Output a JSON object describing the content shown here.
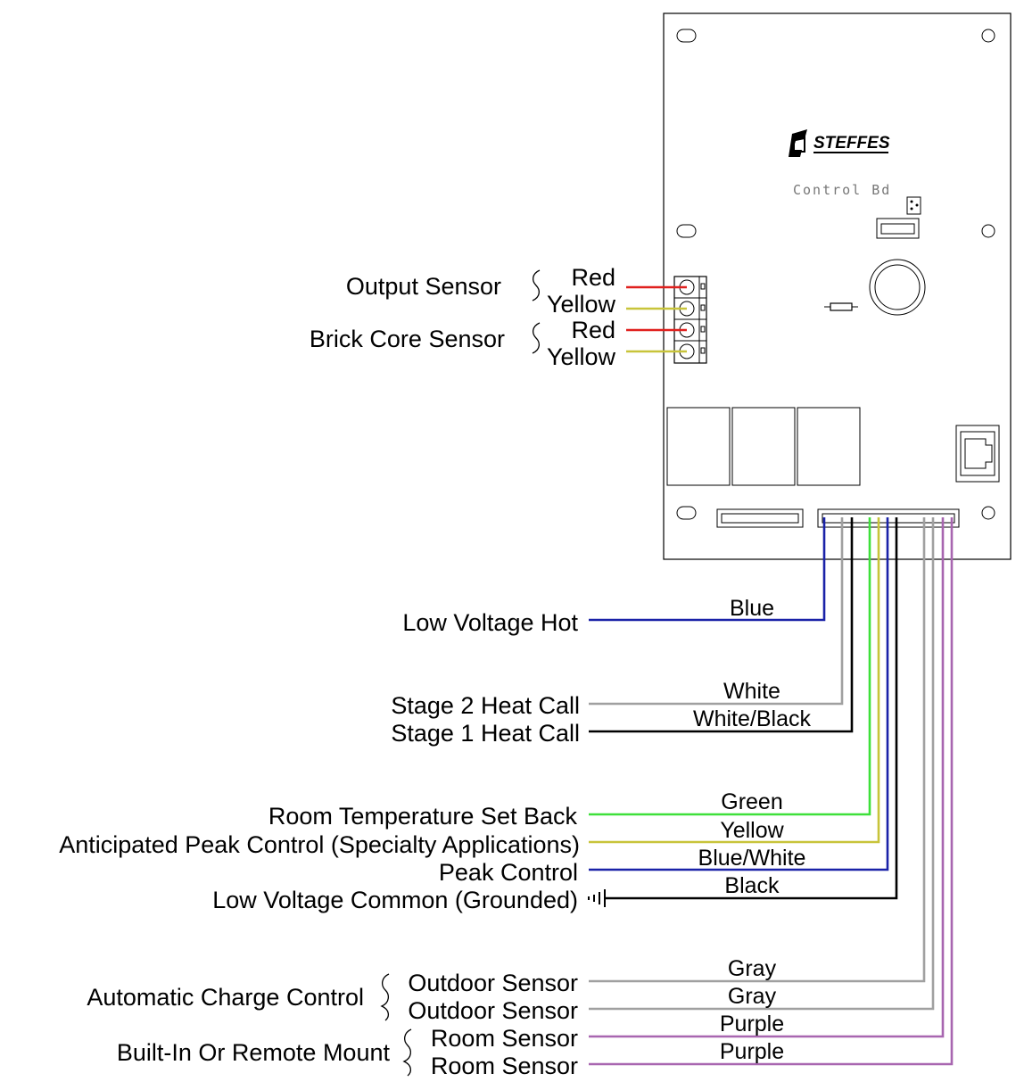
{
  "board": {
    "logo_text": "STEFFES",
    "label": "Control Bd"
  },
  "sensors": {
    "output_sensor": "Output Sensor",
    "brick_core_sensor": "Brick Core Sensor",
    "wire_red_1": "Red",
    "wire_yellow_1": "Yellow",
    "wire_red_2": "Red",
    "wire_yellow_2": "Yellow"
  },
  "terminals": {
    "low_voltage_hot": "Low Voltage Hot",
    "stage2_heat_call": "Stage 2 Heat Call",
    "stage1_heat_call": "Stage 1 Heat Call",
    "room_temp_set_back": "Room Temperature Set Back",
    "anticipated_peak": "Anticipated Peak Control (Specialty Applications)",
    "peak_control": "Peak Control",
    "low_voltage_common": "Low Voltage Common (Grounded)",
    "automatic_charge_control": "Automatic Charge Control",
    "outdoor_sensor_1": "Outdoor Sensor",
    "outdoor_sensor_2": "Outdoor Sensor",
    "built_in_remote": "Built-In Or Remote Mount",
    "room_sensor_1": "Room Sensor",
    "room_sensor_2": "Room Sensor"
  },
  "wire_colors": {
    "blue": "Blue",
    "white": "White",
    "white_black": "White/Black",
    "green": "Green",
    "yellow": "Yellow",
    "blue_white": "Blue/White",
    "black": "Black",
    "gray_1": "Gray",
    "gray_2": "Gray",
    "purple_1": "Purple",
    "purple_2": "Purple"
  },
  "colors": {
    "red": "#e0201e",
    "yellow": "#c8c43a",
    "blue": "#1a22a8",
    "gray": "#a0a0a0",
    "black": "#000000",
    "green": "#3ee03a",
    "purple": "#a866b0"
  }
}
